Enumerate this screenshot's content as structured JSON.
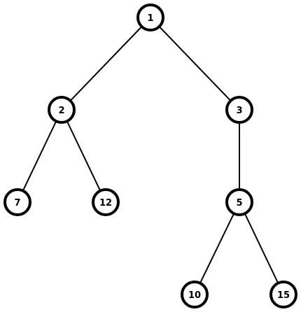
{
  "tree": {
    "nodes": [
      {
        "id": "n1",
        "label": "1"
      },
      {
        "id": "n2",
        "label": "2"
      },
      {
        "id": "n3",
        "label": "3"
      },
      {
        "id": "n7",
        "label": "7"
      },
      {
        "id": "n12",
        "label": "12"
      },
      {
        "id": "n5",
        "label": "5"
      },
      {
        "id": "n10",
        "label": "10"
      },
      {
        "id": "n15",
        "label": "15"
      }
    ],
    "edges": [
      {
        "from": "n1",
        "to": "n2"
      },
      {
        "from": "n1",
        "to": "n3"
      },
      {
        "from": "n2",
        "to": "n7"
      },
      {
        "from": "n2",
        "to": "n12"
      },
      {
        "from": "n3",
        "to": "n5"
      },
      {
        "from": "n5",
        "to": "n10"
      },
      {
        "from": "n5",
        "to": "n15"
      }
    ],
    "colors": {
      "stroke": "#000000",
      "fill": "#ffffff",
      "text": "#000000"
    }
  }
}
